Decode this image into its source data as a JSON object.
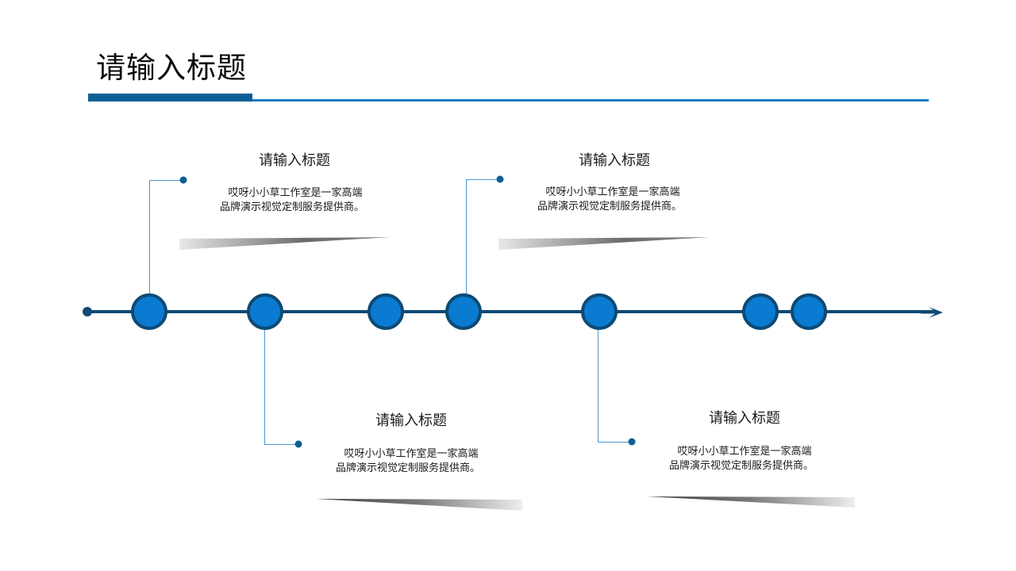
{
  "header": {
    "title": "请输入标题",
    "accent_color_dark": "#0e5f96",
    "accent_color_light": "#1b7dc2"
  },
  "timeline": {
    "line_color": "#0d4a75",
    "node_fill": "#0a7bd1",
    "node_border": "#0d4a75",
    "connector_color": "#4f97cf",
    "arrow_icon": "arrow-right-icon",
    "node_count": 7
  },
  "cards": [
    {
      "title": "请输入标题",
      "body_line1": "哎呀小小草工作室是一家高端",
      "body_line2": "品牌演示视觉定制服务提供商。",
      "position": "above"
    },
    {
      "title": "请输入标题",
      "body_line1": "哎呀小小草工作室是一家高端",
      "body_line2": "品牌演示视觉定制服务提供商。",
      "position": "below"
    },
    {
      "title": "请输入标题",
      "body_line1": "哎呀小小草工作室是一家高端",
      "body_line2": "品牌演示视觉定制服务提供商。",
      "position": "above"
    },
    {
      "title": "请输入标题",
      "body_line1": "哎呀小小草工作室是一家高端",
      "body_line2": "品牌演示视觉定制服务提供商。",
      "position": "below"
    }
  ]
}
